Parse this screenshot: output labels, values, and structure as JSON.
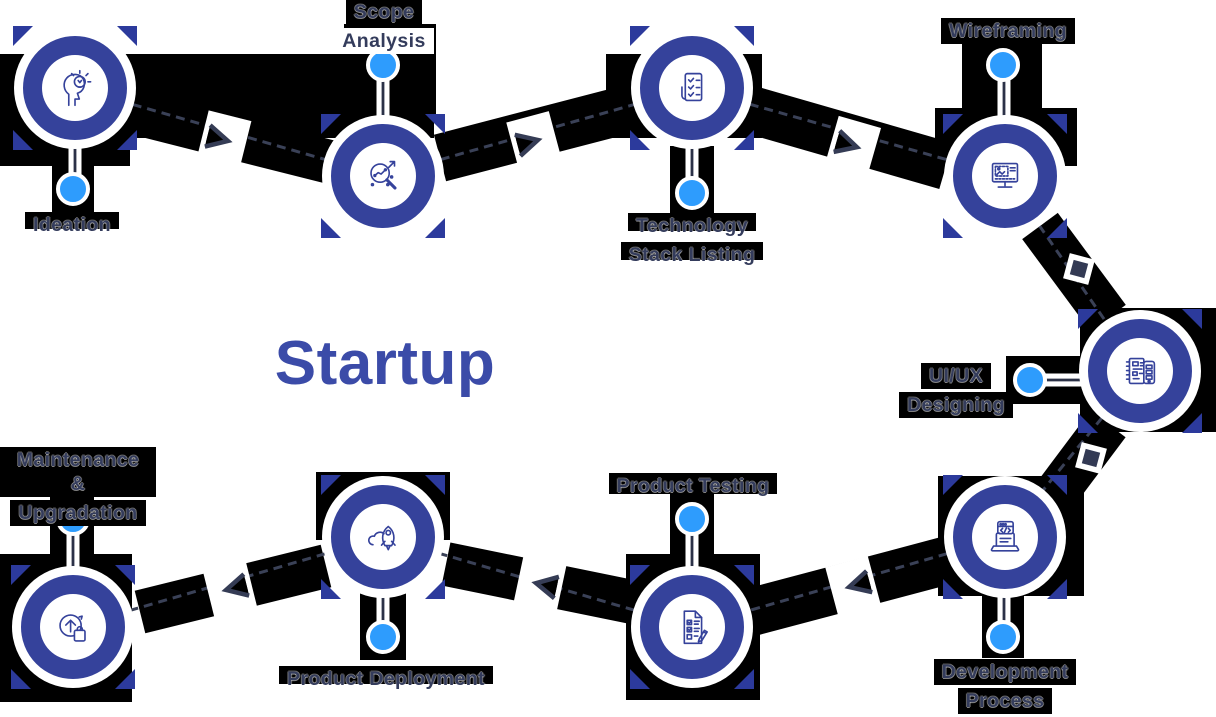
{
  "title": "Startup",
  "colors": {
    "node_ring": "#35429B",
    "connector_dot": "#2E9CFD",
    "label_text": "#343C5C",
    "title_text": "#3B4BA8",
    "dashed_line": "#3A4157",
    "artifact_black": "#000000"
  },
  "nodes": [
    {
      "id": "ideation",
      "label1": "Ideation",
      "label2": null,
      "icon": "head-lightbulb-icon"
    },
    {
      "id": "scope-analysis",
      "label1": "Scope",
      "label2": "Analysis",
      "icon": "magnifier-chart-icon"
    },
    {
      "id": "technology-stack-listing",
      "label1": "Technology",
      "label2": "Stack Listing",
      "icon": "checklist-clipboard-icon"
    },
    {
      "id": "wireframing",
      "label1": "Wireframing",
      "label2": null,
      "icon": "monitor-wireframe-icon"
    },
    {
      "id": "uiux-designing",
      "label1": "UI/UX",
      "label2": "Designing",
      "icon": "notebook-phone-icon"
    },
    {
      "id": "development-process",
      "label1": "Development",
      "label2": "Process",
      "icon": "laptop-code-icon"
    },
    {
      "id": "product-testing",
      "label1": "Product Testing",
      "label2": null,
      "icon": "document-check-pencil-icon"
    },
    {
      "id": "product-deployment",
      "label1": "Product Deployment",
      "label2": null,
      "icon": "rocket-cloud-icon"
    },
    {
      "id": "maintenance-upgradation",
      "label1": "Maintenance &",
      "label2": "Upgradation",
      "icon": "upgrade-arrow-bag-icon"
    }
  ]
}
